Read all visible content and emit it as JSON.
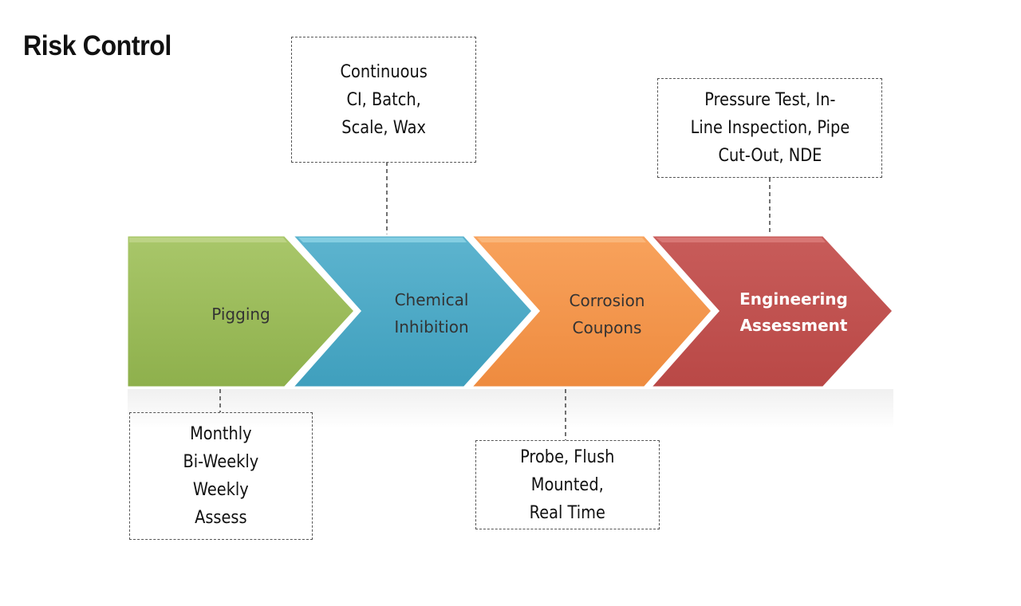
{
  "title": "Risk Control",
  "steps": [
    {
      "label_line1": "Pigging",
      "label_line2": "",
      "color": "#9bbb59",
      "text_color": "#333333",
      "callout": "Monthly\nBi-Weekly\nWeekly\nAssess",
      "callout_position": "below"
    },
    {
      "label_line1": "Chemical",
      "label_line2": "Inhibition",
      "color": "#4bacc6",
      "text_color": "#333333",
      "callout": "Continuous\nCI, Batch,\nScale, Wax",
      "callout_position": "above"
    },
    {
      "label_line1": "Corrosion",
      "label_line2": "Coupons",
      "color": "#f79646",
      "text_color": "#333333",
      "callout": "Probe, Flush\nMounted,\nReal Time",
      "callout_position": "below"
    },
    {
      "label_line1": "Engineering",
      "label_line2": "Assessment",
      "color": "#c0504d",
      "text_color": "#ffffff",
      "callout": "Pressure Test, In-\nLine Inspection,  Pipe\nCut-Out, NDE",
      "callout_position": "above"
    }
  ]
}
